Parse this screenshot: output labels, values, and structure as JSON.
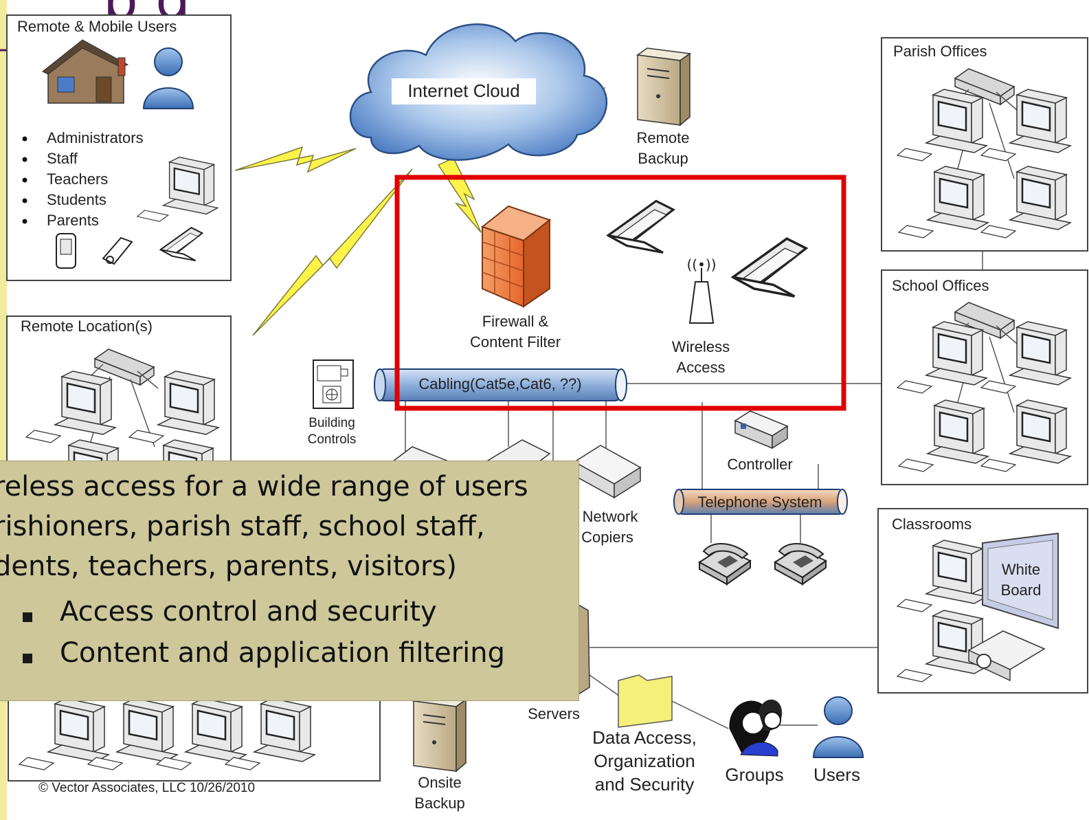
{
  "slide": {
    "heading_fragment": "p g",
    "heading_color": "#4b1a5a",
    "left_accent_color": "#f2ea9c",
    "footer": "© Vector Associates, LLC 10/26/2010"
  },
  "diagram": {
    "remote_users": {
      "title": "Remote & Mobile Users",
      "items": [
        "Administrators",
        "Staff",
        "Teachers",
        "Students",
        "Parents"
      ]
    },
    "remote_locations": {
      "title": "Remote Location(s)"
    },
    "internet_cloud": {
      "label": "Internet Cloud"
    },
    "remote_backup": {
      "label_line1": "Remote",
      "label_line2": "Backup"
    },
    "firewall": {
      "label_line1": "Firewall &",
      "label_line2": "Content Filter"
    },
    "wireless_access": {
      "label_line1": "Wireless",
      "label_line2": "Access"
    },
    "cabling": {
      "label": "Cabling(Cat5e,Cat6, ??)"
    },
    "building_controls": {
      "label_line1": "Building",
      "label_line2": "Controls"
    },
    "controller": {
      "label": "Controller"
    },
    "telephone_system": {
      "label": "Telephone System"
    },
    "network_copiers": {
      "label_line1": "Network",
      "label_line2": "Copiers"
    },
    "parish_offices": {
      "title": "Parish Offices"
    },
    "school_offices": {
      "title": "School Offices"
    },
    "classrooms": {
      "title": "Classrooms",
      "whiteboard_line1": "White",
      "whiteboard_line2": "Board"
    },
    "servers": {
      "label": "Servers"
    },
    "onsite_backup": {
      "label_line1": "Onsite",
      "label_line2": "Backup"
    },
    "data_access": {
      "label_line1": "Data Access,",
      "label_line2": "Organization",
      "label_line3": "and Security"
    },
    "groups": {
      "label": "Groups"
    },
    "users": {
      "label": "Users"
    },
    "highlight_color": "#e00000"
  },
  "callout": {
    "lines": [
      "reless access for a wide range of users",
      "rishioners, parish staff, school staff,",
      "dents, teachers, parents, visitors)"
    ],
    "bullets": [
      "Access control and security",
      "Content and application filtering"
    ],
    "background": "#cdc79a"
  }
}
